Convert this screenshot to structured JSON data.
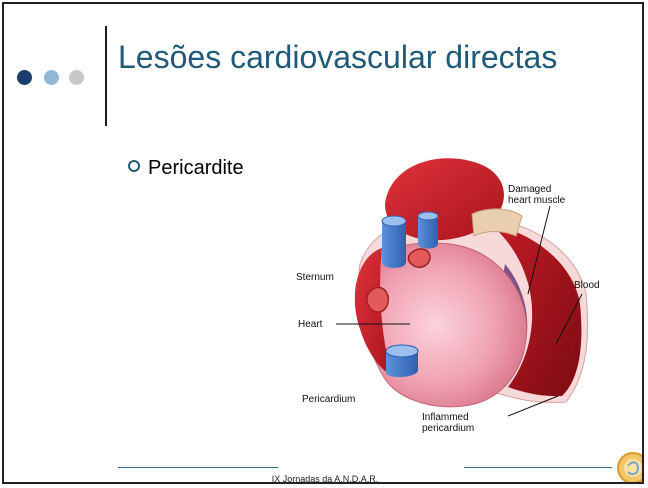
{
  "slide": {
    "title": "Lesões cardiovascular directas",
    "bullets": [
      "Pericardite"
    ],
    "footer": "IX Jornadas da A.N.D.A.R."
  },
  "figure": {
    "labels": {
      "sternum": "Sternum",
      "heart": "Heart",
      "pericardium": "Pericardium",
      "damaged_line1": "Damaged",
      "damaged_line2": "heart muscle",
      "blood": "Blood",
      "inflamed_line1": "Inflammed",
      "inflamed_line2": "pericardium"
    }
  },
  "colors": {
    "title": "#1f5a78",
    "dot_dark": "#1a3e6c",
    "dot_mid": "#8fb9d6",
    "dot_light": "#c8c8c8",
    "heart_pink": "#f2a7b4",
    "heart_red": "#c8202a",
    "vessel_blue": "#3f78c8"
  },
  "icons": {
    "logo": "andar-logo-icon",
    "bullet": "hollow-circle-bullet-icon"
  }
}
